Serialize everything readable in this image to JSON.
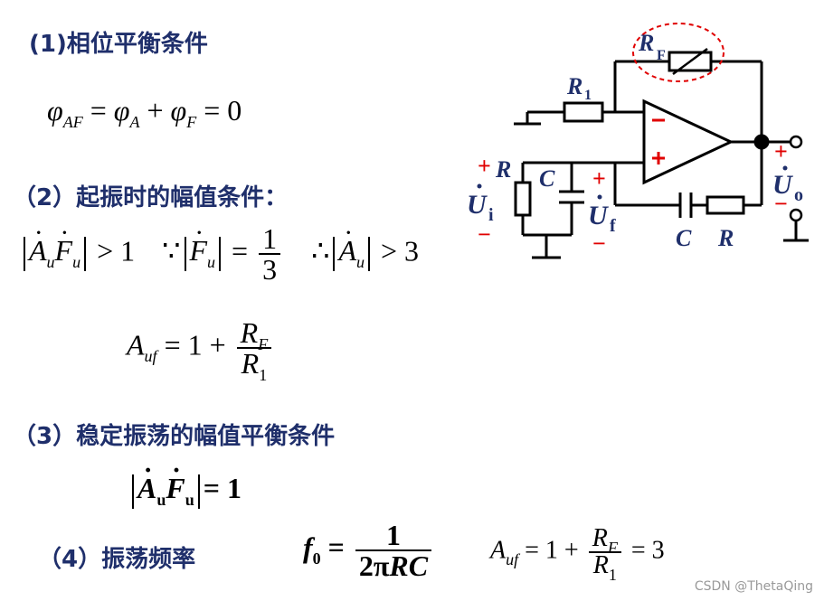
{
  "section1": {
    "title": "(1)相位平衡条件"
  },
  "section2": {
    "title": "（2）起振时的幅值条件："
  },
  "section3": {
    "title": "（3）稳定振荡的幅值平衡条件"
  },
  "section4": {
    "title": "（4）振荡频率"
  },
  "circuit": {
    "labels": {
      "rf": "R",
      "rf_sub": "F",
      "r1": "R",
      "r1_sub": "1",
      "r_shunt": "R",
      "c_shunt": "C",
      "c_series": "C",
      "r_series": "R",
      "ui": "U",
      "ui_sub": "i",
      "uf": "U",
      "uf_sub": "f",
      "uo": "U",
      "uo_sub": "o",
      "plus": "+",
      "minus": "−"
    },
    "colors": {
      "component": "#000000",
      "sign": "#e00000",
      "label": "#1f2f6b",
      "highlight": "#e00000"
    }
  },
  "watermark": "CSDN @ThetaQing"
}
